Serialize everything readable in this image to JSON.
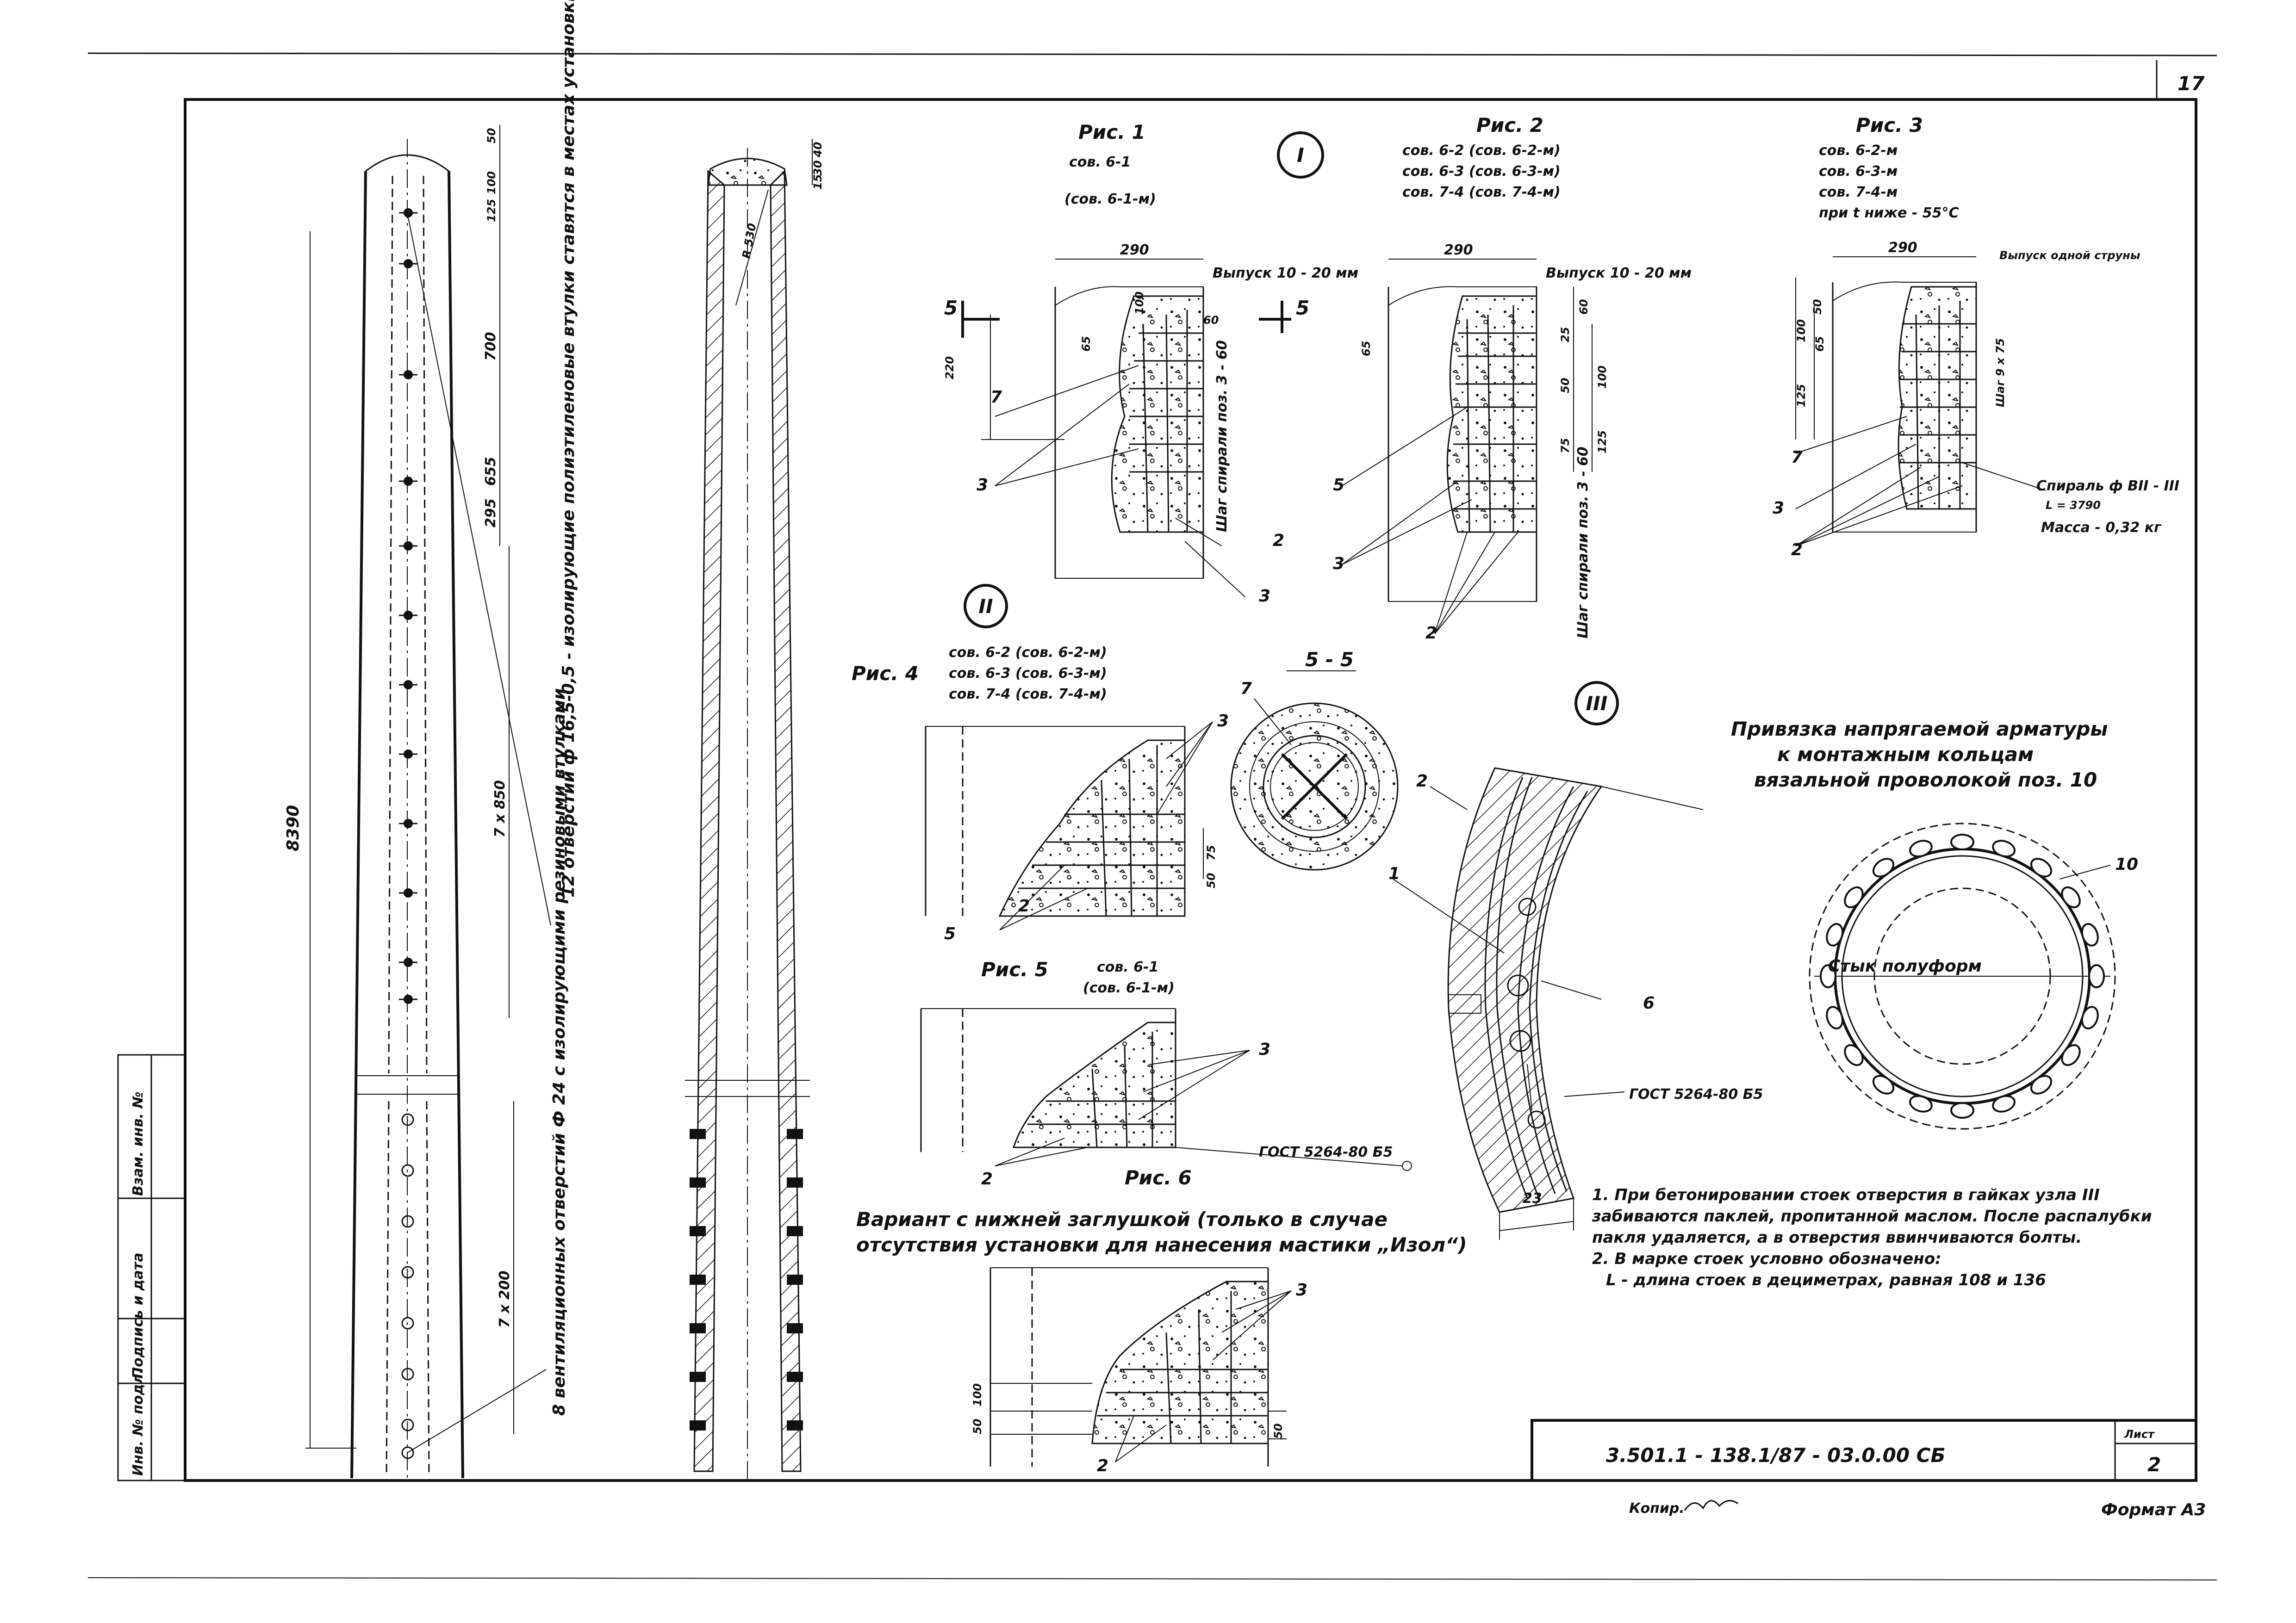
{
  "sheet": {
    "page_number": "17",
    "designation": "3.501.1 - 138.1/87 - 03.0.00 СБ",
    "sheet_label": "Лист",
    "sheet_number": "2",
    "copied": "Копир.",
    "format": "Формат А3"
  },
  "side_stamp": {
    "inv_no": "Инв. № подл.",
    "sign_date": "Подпись и дата",
    "replace_inv": "Взам. инв. №"
  },
  "column_elevation": {
    "top_dims": [
      "50",
      "100",
      "125",
      "700",
      "655",
      "295"
    ],
    "total_length": "8390",
    "pitch_upper": "7 x 850",
    "pitch_lower": "7 x 200",
    "note_holes_upper": "12 отверстий ф 16,5-0,5 - изолирующие полиэтиленовые втулки ставятся в местах установки закладных изделий",
    "note_holes_lower": "8 вентиляционных отверстий Ф 24 с изолирующими резиновыми втулками"
  },
  "column_section": {
    "top_dims": [
      "40",
      "30",
      "15"
    ],
    "radius": "R 530"
  },
  "node_I": {
    "node_mark": "I",
    "fig1": {
      "title": "Рис. 1",
      "lines": [
        "сов. 6-1",
        "(сов. 6-1-м)"
      ]
    },
    "fig2": {
      "title": "Рис. 2",
      "lines": [
        "сов. 6-2 (сов. 6-2-м)",
        "сов. 6-3 (сов. 6-3-м)",
        "сов. 7-4 (сов. 7-4-м)"
      ]
    },
    "fig3": {
      "title": "Рис. 3",
      "lines": [
        "сов. 6-2-м",
        "сов. 6-3-м",
        "сов. 7-4-м",
        "при t ниже - 55°С"
      ]
    },
    "dim_290": "290",
    "outlet_label": "Выпуск 10 - 20 мм",
    "outlet_label_3": "Выпуск одной струны",
    "spiral_pitch": "Шаг спирали поз. 3 - 60",
    "step_label": "Шаг 9 x 75",
    "spiral_spec": "Спираль ф ВII - III",
    "spiral_len": "L = 3790",
    "spiral_mass": "Масса - 0,32 кг",
    "section_mark": "5",
    "dims_fig1": [
      "100",
      "65",
      "60",
      "220"
    ],
    "dims_fig2": [
      "65",
      "60",
      "25",
      "50",
      "100",
      "75",
      "125"
    ],
    "dims_fig3": [
      "50",
      "100",
      "125",
      "65"
    ],
    "pos": [
      "7",
      "3",
      "2",
      "3",
      "5",
      "3",
      "2",
      "7",
      "3",
      "2"
    ]
  },
  "node_II": {
    "node_mark": "II",
    "fig4": {
      "title": "Рис. 4",
      "lines": [
        "сов. 6-2 (сов. 6-2-м)",
        "сов. 6-3 (сов. 6-3-м)",
        "сов. 7-4 (сов. 7-4-м)"
      ]
    },
    "fig5": {
      "title": "Рис. 5",
      "lines": [
        "сов. 6-1",
        "(сов. 6-1-м)"
      ]
    },
    "fig6": {
      "title": "Рис. 6"
    },
    "dims": [
      "75",
      "50"
    ],
    "pos": [
      "3",
      "2",
      "5",
      "3",
      "2"
    ],
    "gost": "ГОСТ 5264-80 Б5"
  },
  "section_5_5": {
    "title": "5 - 5",
    "pos": "7"
  },
  "node_III": {
    "node_mark": "III",
    "pos": [
      "2",
      "1",
      "6"
    ],
    "gost": "ГОСТ 5264-80 Б5",
    "dim": "23"
  },
  "binding": {
    "title_lines": [
      "Привязка напрягаемой арматуры",
      "к монтажным кольцам",
      "вязальной проволокой поз. 10"
    ],
    "joint_label": "Стык полуформ",
    "pos": "10"
  },
  "variant": {
    "title_lines": [
      "Вариант с нижней заглушкой (только в случае",
      "отсутствия установки для нанесения мастики „Изол“)"
    ],
    "pos": [
      "3",
      "2"
    ],
    "dims": [
      "100",
      "50",
      "50"
    ]
  },
  "notes": [
    "1. При бетонировании стоек отверстия в гайках узла III забиваются паклей, пропитанной маслом. После распалубки пакля удаляется, а в отверстия ввинчиваются болты.",
    "2. В марке стоек условно обозначено:",
    "L - длина стоек в дециметрах, равная 108 и 136"
  ]
}
